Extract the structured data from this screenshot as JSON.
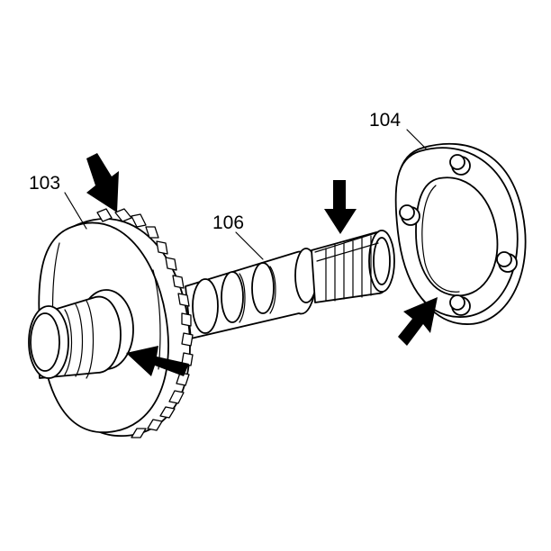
{
  "callouts": {
    "gear": "103",
    "plate": "104",
    "shaft": "106"
  }
}
